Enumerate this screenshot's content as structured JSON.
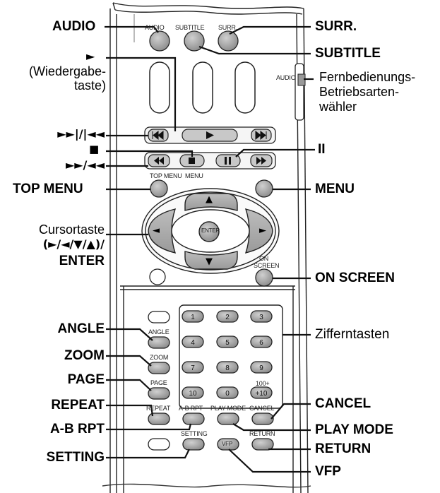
{
  "left_labels": {
    "audio": "AUDIO",
    "play_symbol": "►",
    "play_text_1": "(Wiedergabe-",
    "play_text_2": "taste)",
    "skip_symbols": "►►|/|◄◄",
    "stop_symbol": "■",
    "fwd_rew_symbols": "►►/◄◄",
    "top_menu": "TOP  MENU",
    "cursor_1": "Cursortaste",
    "cursor_2": "(►/◄/▼/▲)/",
    "cursor_3": "ENTER",
    "angle": "ANGLE",
    "zoom": "ZOOM",
    "page": "PAGE",
    "repeat": "REPEAT",
    "ab_rpt": "A-B RPT",
    "setting": "SETTING"
  },
  "right_labels": {
    "surr": "SURR.",
    "subtitle": "SUBTITLE",
    "mode_selector_1": "Fernbedienungs-",
    "mode_selector_2": "Betriebsarten-",
    "mode_selector_3": "wähler",
    "pause_symbol": "II",
    "menu": "MENU",
    "on_screen": "ON SCREEN",
    "number_keys": "Zifferntasten",
    "cancel": "CANCEL",
    "play_mode": "PLAY MODE",
    "return": "RETURN",
    "vfp": "VFP"
  },
  "remote_printed": {
    "audio": "AUDIO",
    "subtitle": "SUBTITLE",
    "surr": "SURR.",
    "switch_audio": "AUDIO",
    "top_menu": "TOP MENU",
    "menu": "MENU",
    "enter": "ENTER",
    "on": "ON",
    "screen": "SCREEN",
    "angle": "ANGLE",
    "zoom": "ZOOM",
    "page": "PAGE",
    "repeat": "REPEAT",
    "ab_rpt": "A-B RPT",
    "play_mode": "PLAY MODE",
    "cancel": "CANCEL",
    "setting": "SETTING",
    "return": "RETURN",
    "vfp": "VFP",
    "plus10_top": "100+",
    "digits": [
      "1",
      "2",
      "3",
      "4",
      "5",
      "6",
      "7",
      "8",
      "9",
      "10",
      "0",
      "+10"
    ]
  },
  "icons": {
    "dpad_up": "▲",
    "dpad_down": "▼",
    "dpad_left": "◄",
    "dpad_right": "►"
  }
}
